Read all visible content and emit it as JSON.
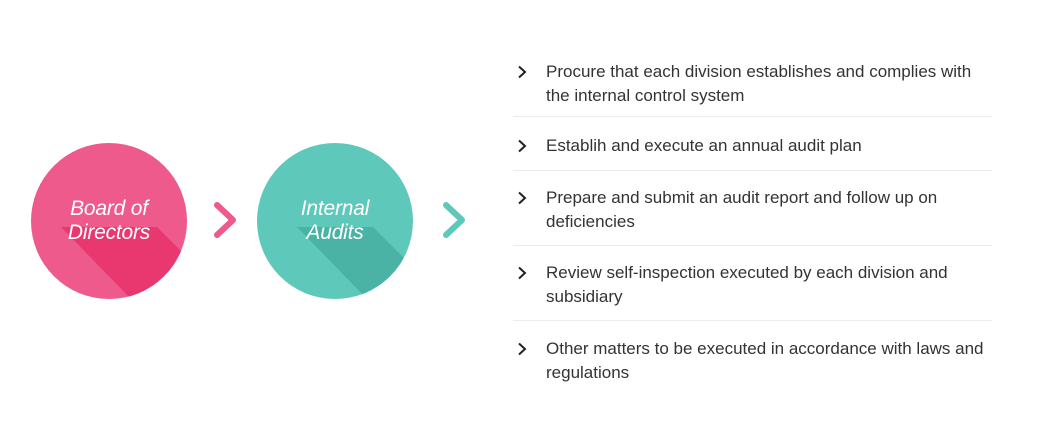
{
  "diagram": {
    "nodes": [
      {
        "line1": "Board of",
        "line2": "Directors",
        "color": "#ee5a8b",
        "shadow_color": "#e8386f"
      },
      {
        "line1": "Internal",
        "line2": "Audits",
        "color": "#5ec8bb",
        "shadow_color": "#4ab3a6"
      }
    ],
    "arrow_colors": [
      "#ee5a8b",
      "#5ec8bb"
    ],
    "items": [
      {
        "text": "Procure that each division establishes and complies with the internal control system"
      },
      {
        "text": "Establih and execute an annual audit plan"
      },
      {
        "text": "Prepare and submit an audit report and follow up on deficiencies"
      },
      {
        "text": "Review self-inspection executed by each division and subsidiary"
      },
      {
        "text": "Other matters to be executed in accordance with laws and regulations"
      }
    ]
  }
}
